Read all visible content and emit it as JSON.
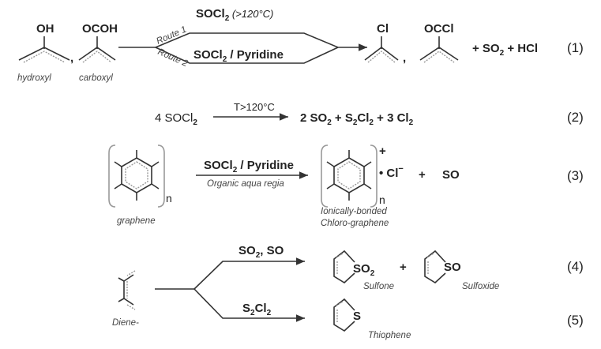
{
  "eq1": {
    "reactant_oh": "OH",
    "reactant_ocoh": "OCOH",
    "label_hydroxyl": "hydroxyl",
    "label_carboxyl": "carboxyl",
    "sep": ",",
    "route1": "Route 1",
    "route2": "Route 2",
    "cond1_main": "SOCl",
    "cond1_sub": "2",
    "cond1_extra": " (>120°C)",
    "cond2_main": "SOCl",
    "cond2_sub": "2",
    "cond2_extra": " / Pyridine",
    "product_cl": "Cl",
    "product_occl": "OCCl",
    "byproducts_a": "+ SO",
    "byproducts_sub": "2",
    "byproducts_b": " +  HCl",
    "number": "(1)"
  },
  "eq2": {
    "reactant": "4 SOCl",
    "reactant_sub": "2",
    "condition": "T>120°C",
    "p1": "2 SO",
    "p1_sub": "2",
    "p2": " +  S",
    "p2_sub1": "2",
    "p2_mid": "Cl",
    "p2_sub2": "2",
    "p3": "  +  3 Cl",
    "p3_sub": "2",
    "number": "(2)"
  },
  "eq3": {
    "n": "n",
    "label_graphene": "graphene",
    "cond_main": "SOCl",
    "cond_sub": "2",
    "cond_extra": " / Pyridine",
    "cond_below": "Organic aqua regia",
    "plus_charge": "+",
    "chloride": "• Cl",
    "minus_charge": "−",
    "plus": "+",
    "so": "SO",
    "product_label_1": "Ionically-bonded",
    "product_label_2": "Chloro-graphene",
    "number": "(3)"
  },
  "eq45": {
    "label_diene": "Diene-",
    "cond_top_a": "SO",
    "cond_top_sub": "2",
    "cond_top_b": ", SO",
    "cond_bot_a": "S",
    "cond_bot_sub1": "2",
    "cond_bot_b": "Cl",
    "cond_bot_sub2": "2",
    "sulfone_group": "SO",
    "sulfone_sub": "2",
    "label_sulfone": "Sulfone",
    "plus": "+",
    "sulfoxide_group": "SO",
    "label_sulfoxide": "Sulfoxide",
    "thiophene_group": "S",
    "label_thiophene": "Thiophene",
    "number4": "(4)",
    "number5": "(5)"
  }
}
